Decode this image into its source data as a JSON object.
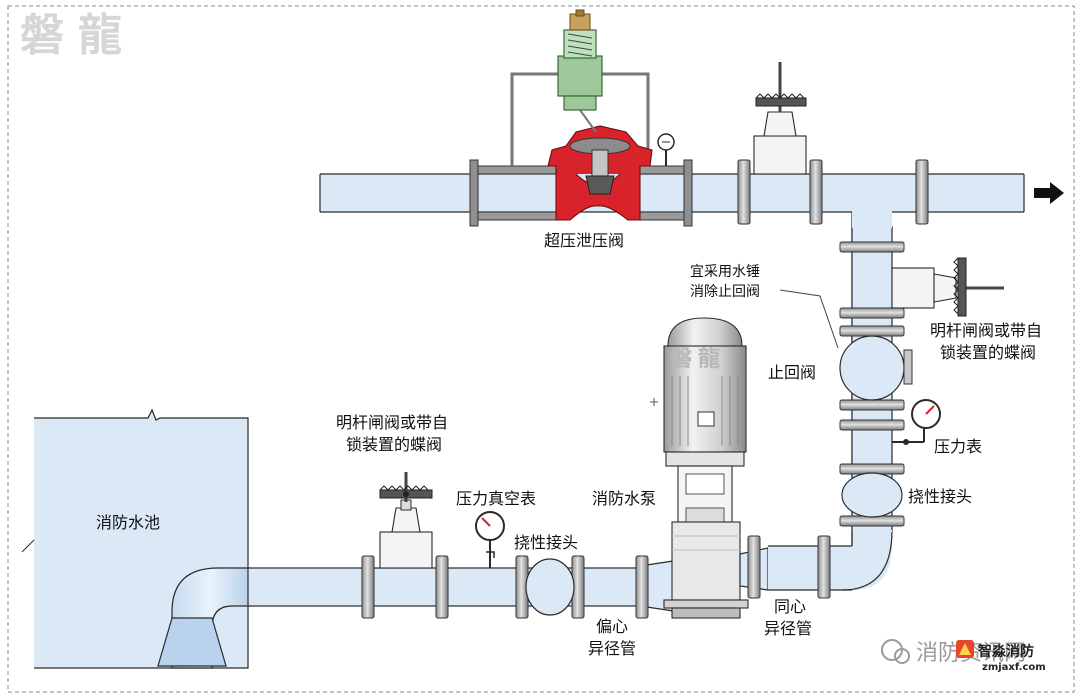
{
  "brand": {
    "logo_text": "磐龍",
    "pump_logo_text": "磐龍"
  },
  "labels": {
    "relief_valve": "超压泄压阀",
    "water_hammer_line1": "宜采用水锤",
    "water_hammer_line2": "消除止回阀",
    "top_gate_line1": "明杆闸阀或带自",
    "top_gate_line2": "锁装置的蝶阀",
    "check_valve": "止回阀",
    "pressure_gauge": "压力表",
    "flex_joint_right": "挠性接头",
    "fire_pool": "消防水池",
    "left_gate_line1": "明杆闸阀或带自",
    "left_gate_line2": "锁装置的蝶阀",
    "vacuum_gauge": "压力真空表",
    "fire_pump": "消防水泵",
    "flex_joint_left": "挠性接头",
    "eccentric_line1": "偏心",
    "eccentric_line2": "异径管",
    "concentric_line1": "同心",
    "concentric_line2": "异径管"
  },
  "watermark": {
    "account": "消防资讯网",
    "site_name": "智淼消防",
    "site_url": "zmjaxf.com"
  },
  "colors": {
    "water": "#dbe9f7",
    "pipe_outline": "#2a2a2a",
    "valve_red": "#d8232a",
    "valve_green": "#9cc89a",
    "flange": "#c4c4c4"
  }
}
